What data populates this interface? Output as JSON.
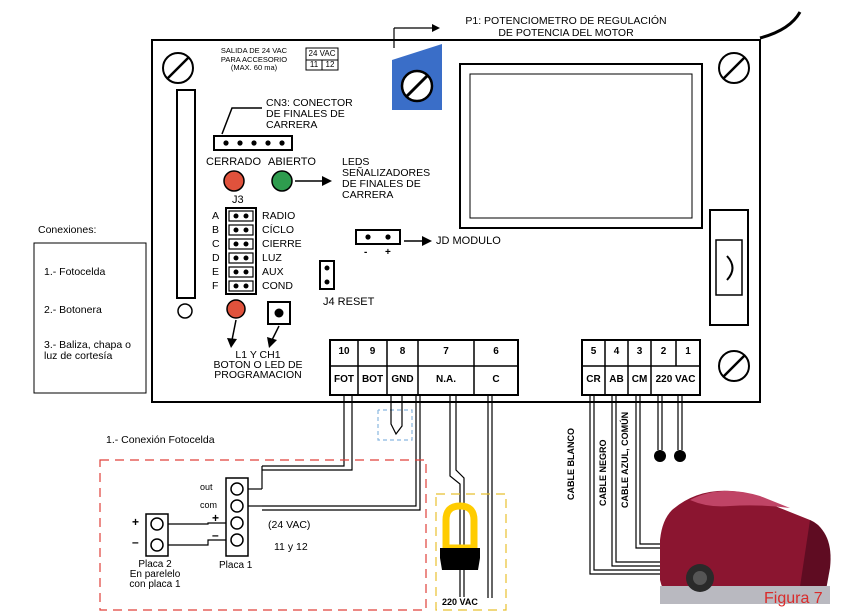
{
  "p1": {
    "line1": "P1: POTENCIOMETRO DE REGULACIÓN",
    "line2": "DE POTENCIA DEL MOTOR"
  },
  "salida": {
    "l1": "SALIDA DE 24 VAC",
    "l2": "PARA ACCESORIO",
    "l3": "(MAX. 60 ma)",
    "box_top": "24 VAC",
    "box_a": "11",
    "box_b": "12"
  },
  "cn3": {
    "l1": "CN3: CONECTOR",
    "l2": "DE FINALES DE",
    "l3": "CARRERA"
  },
  "leds": {
    "cerrado": "CERRADO",
    "abierto": "ABIERTO",
    "l1": "LEDS",
    "l2": "SEÑALIZADORES",
    "l3": "DE FINALES DE",
    "l4": "CARRERA",
    "red": "#e0523c",
    "green": "#2e9c4e"
  },
  "j3": {
    "title": "J3",
    "rows": [
      {
        "letter": "A",
        "label": "RADIO"
      },
      {
        "letter": "B",
        "label": "CÍCLO"
      },
      {
        "letter": "C",
        "label": "CIERRE"
      },
      {
        "letter": "D",
        "label": "LUZ"
      },
      {
        "letter": "E",
        "label": "AUX"
      },
      {
        "letter": "F",
        "label": "COND"
      }
    ]
  },
  "jd": {
    "label": "JD MODULO",
    "minus": "-",
    "plus": "+"
  },
  "j4": {
    "label": "J4 RESET"
  },
  "l1ch1": {
    "l1": "L1 Y CH1",
    "l2": "BOTON O LED DE",
    "l3": "PROGRAMACION"
  },
  "conexiones": {
    "title": "Conexiones:",
    "items": [
      "1.- Fotocelda",
      "2.- Botonera",
      "3.- Baliza, chapa o",
      "luz de cortesía"
    ]
  },
  "terminals_left": {
    "numbers": [
      "10",
      "9",
      "8",
      "7",
      "6"
    ],
    "labels": [
      "FOT",
      "BOT",
      "GND",
      "N.A.",
      "C"
    ]
  },
  "terminals_right": {
    "numbers": [
      "5",
      "4",
      "3",
      "2",
      "1"
    ],
    "labels": [
      "CR",
      "AB",
      "CM",
      "220 VAC"
    ]
  },
  "cables": [
    "CABLE BLANCO",
    "CABLE NEGRO",
    "CABLE AZUL, COMÚN"
  ],
  "foto": {
    "title": "1.- Conexión Fotocelda",
    "out": "out",
    "com": "com",
    "plus": "+",
    "minus": "–",
    "vac_l1": "(24 VAC)",
    "vac_l2": "11 y 12",
    "placa1": "Placa 1",
    "placa2_l1": "Placa 2",
    "placa2_l2": "En parelelo",
    "placa2_l3": "con placa 1",
    "dash_color": "#e0403a"
  },
  "baliza": {
    "label": "220 VAC",
    "dash_color": "#e8c030",
    "lamp_color": "#ffcc00"
  },
  "figura": {
    "label": "Figura 7",
    "color": "#d92b2b"
  },
  "colors": {
    "motor": "#8b1530",
    "pot": "#3a6ec8",
    "jumper_blue": "#8ab8e0"
  }
}
